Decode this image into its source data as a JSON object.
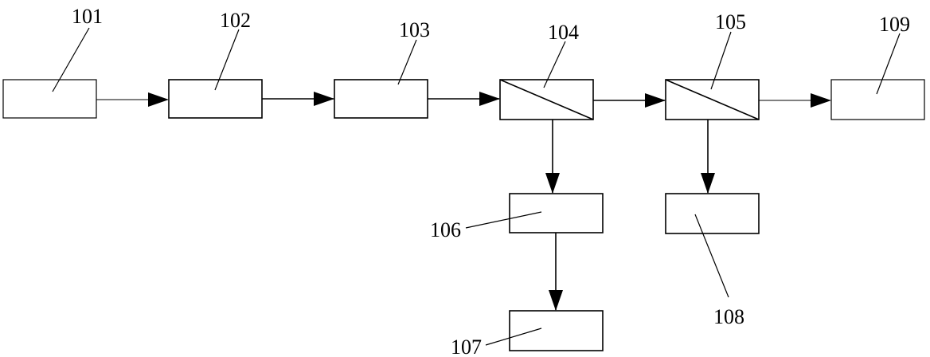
{
  "diagram": {
    "labels": {
      "l101": "101",
      "l102": "102",
      "l103": "103",
      "l104": "104",
      "l105": "105",
      "l106": "106",
      "l107": "107",
      "l108": "108",
      "l109": "109"
    },
    "colors": {
      "stroke": "#000000",
      "fill": "#ffffff"
    }
  }
}
